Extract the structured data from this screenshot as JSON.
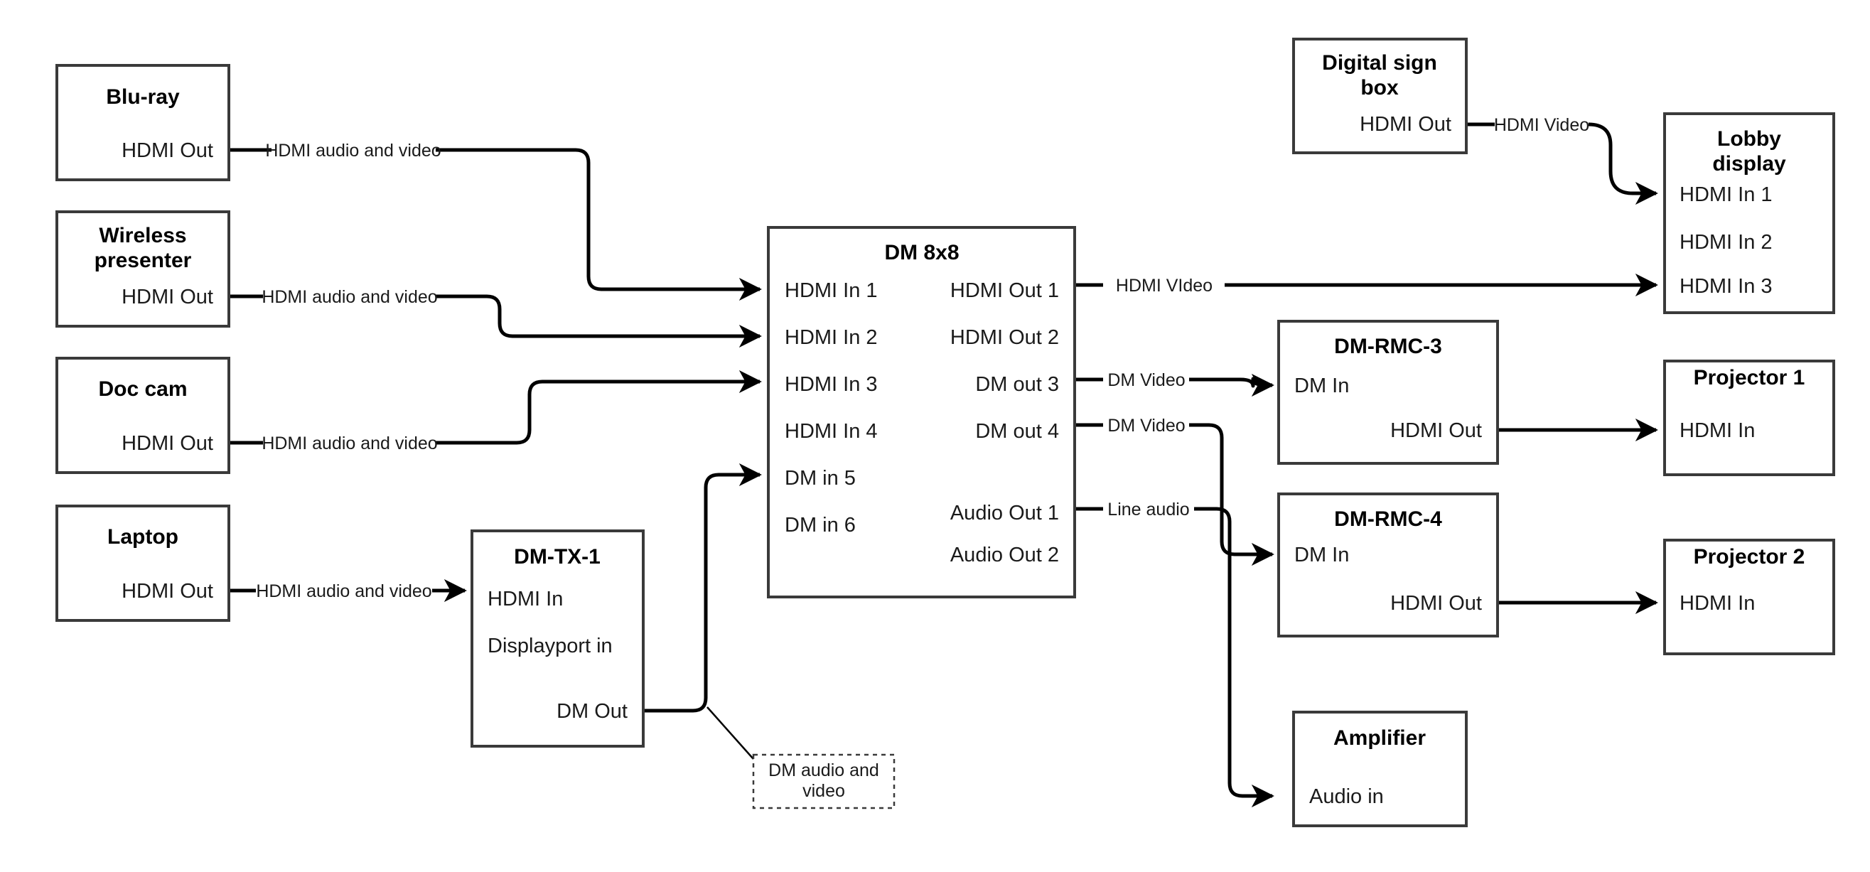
{
  "diagram": {
    "title": "AV signal flow diagram",
    "background_color": "#ffffff",
    "line_color": "#000000",
    "box_stroke_color": "#3a3a3a",
    "nodes": {
      "bluray": {
        "title": "Blu-ray",
        "ports": {
          "out1": "HDMI Out"
        }
      },
      "wireless": {
        "title": "Wireless",
        "title2": "presenter",
        "ports": {
          "out1": "HDMI Out"
        }
      },
      "doccam": {
        "title": "Doc cam",
        "ports": {
          "out1": "HDMI Out"
        }
      },
      "laptop": {
        "title": "Laptop",
        "ports": {
          "out1": "HDMI Out"
        }
      },
      "dmtx1": {
        "title": "DM-TX-1",
        "ports": {
          "in1": "HDMI In",
          "in2": "Displayport in",
          "out1": "DM Out"
        }
      },
      "dm8x8": {
        "title": "DM 8x8",
        "inputs": [
          "HDMI In 1",
          "HDMI In 2",
          "HDMI In 3",
          "HDMI In 4",
          "DM in 5",
          "DM in 6"
        ],
        "outputs": [
          "HDMI Out 1",
          "HDMI Out 2",
          "DM out 3",
          "DM out 4",
          "Audio Out 1",
          "Audio Out 2"
        ]
      },
      "digitalsign": {
        "title": "Digital sign",
        "title2": "box",
        "ports": {
          "out1": "HDMI Out"
        }
      },
      "lobbydisplay": {
        "title": "Lobby",
        "title2": "display",
        "inputs": [
          "HDMI In 1",
          "HDMI In 2",
          "HDMI In 3"
        ]
      },
      "dmrmc3": {
        "title": "DM-RMC-3",
        "ports": {
          "in1": "DM In",
          "out1": "HDMI Out"
        }
      },
      "dmrmc4": {
        "title": "DM-RMC-4",
        "ports": {
          "in1": "DM In",
          "out1": "HDMI Out"
        }
      },
      "projector1": {
        "title": "Projector 1",
        "ports": {
          "in1": "HDMI In"
        }
      },
      "projector2": {
        "title": "Projector 2",
        "ports": {
          "in1": "HDMI In"
        }
      },
      "amplifier": {
        "title": "Amplifier",
        "ports": {
          "in1": "Audio in"
        }
      }
    },
    "edges": {
      "bluray_to_dm": "HDMI audio and video",
      "wireless_to_dm": "HDMI audio and video",
      "doccam_to_dm": "HDMI audio and video",
      "laptop_to_dmtx1": "HDMI audio and video",
      "dm8x8_to_lobby": "HDMI VIdeo",
      "dm8x8_to_rmc3": "DM Video",
      "dm8x8_to_rmc4": "DM Video",
      "dm8x8_to_amplifier": "Line audio",
      "digitalsign_to_lobby": "HDMI Video"
    },
    "notes": {
      "dmtx1_link": {
        "line1": "DM audio and",
        "line2": "video"
      }
    }
  }
}
